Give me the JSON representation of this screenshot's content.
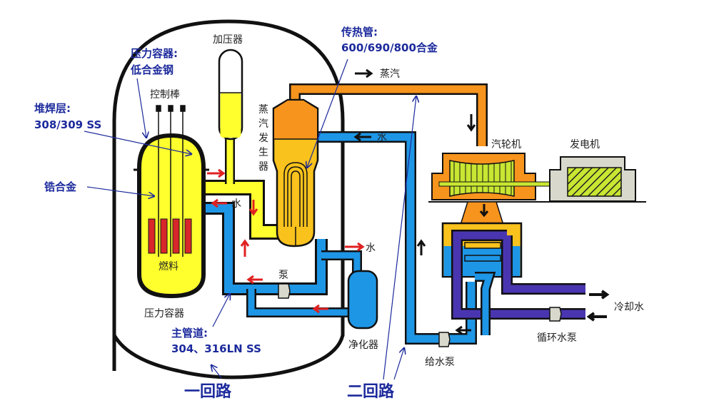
{
  "colors": {
    "primary_loop": "#ffff2e",
    "secondary_water": "#1e96e6",
    "steam": "#f7941d",
    "steam_light": "#f9c21c",
    "cooling": "#4a35b0",
    "fuel": "#d8262b",
    "annotation": "#1c2a9c",
    "flow_arrow_red": "#e02020",
    "generator": "#d8d8cc",
    "rotor": "#c8e632"
  },
  "labels": {
    "pressurizer": "加压器",
    "control_rods": "控制棒",
    "steam_generator": [
      "蒸",
      "汽",
      "发",
      "生",
      "器"
    ],
    "steam": "蒸汽",
    "water_top": "水",
    "water_primary": "水",
    "water_purifier": "水",
    "turbine": "汽轮机",
    "generator": "发电机",
    "fuel": "燃料",
    "pump": "泵",
    "pressure_vessel": "压力容器",
    "purifier": "净化器",
    "feed_pump": "给水泵",
    "circ_pump": "循环水泵",
    "cooling_water": "冷却水"
  },
  "annotations": {
    "vessel_material_title": "压力容器:",
    "vessel_material_value": "低合金钢",
    "cladding_title": "堆焊层:",
    "cladding_value": "308/309 SS",
    "zirconium": "锆合金",
    "tube_title": "传热管:",
    "tube_value": "600/690/800合金",
    "pipe_title": "主管道:",
    "pipe_value": "304、316LN SS",
    "primary_loop": "一回路",
    "secondary_loop": "二回路"
  }
}
